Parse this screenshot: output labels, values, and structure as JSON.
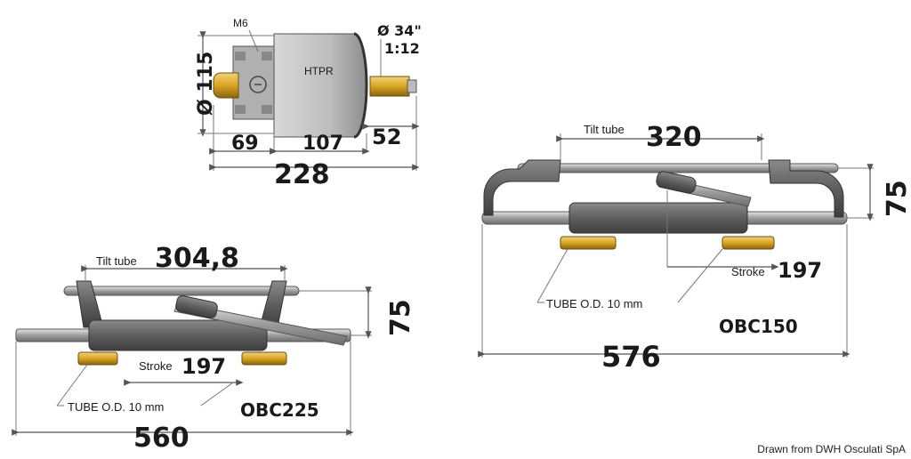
{
  "pump": {
    "label": "HTPR",
    "bolt": "M6",
    "diameter_label": "Ø 115",
    "shaft_label": "Ø 34\"",
    "taper_label": "1:12",
    "dim_left": "69",
    "dim_mid": "107",
    "dim_right": "52",
    "dim_total": "228"
  },
  "obc225": {
    "name": "OBC225",
    "tilt_label": "Tilt tube",
    "tilt_value": "304,8",
    "height": "75",
    "stroke_label": "Stroke",
    "stroke_value": "197",
    "tube_label": "TUBE O.D. 10 mm",
    "total": "560"
  },
  "obc150": {
    "name": "OBC150",
    "tilt_label": "Tilt tube",
    "tilt_value": "320",
    "height": "75",
    "stroke_label": "Stroke",
    "stroke_value": "197",
    "tube_label": "TUBE O.D. 10 mm",
    "total": "576"
  },
  "credit": "Drawn from DWH Osculati SpA",
  "colors": {
    "metal": "#9a9a9a",
    "metal_light": "#cfcfcf",
    "brass": "#d9a520",
    "dark": "#555555"
  }
}
